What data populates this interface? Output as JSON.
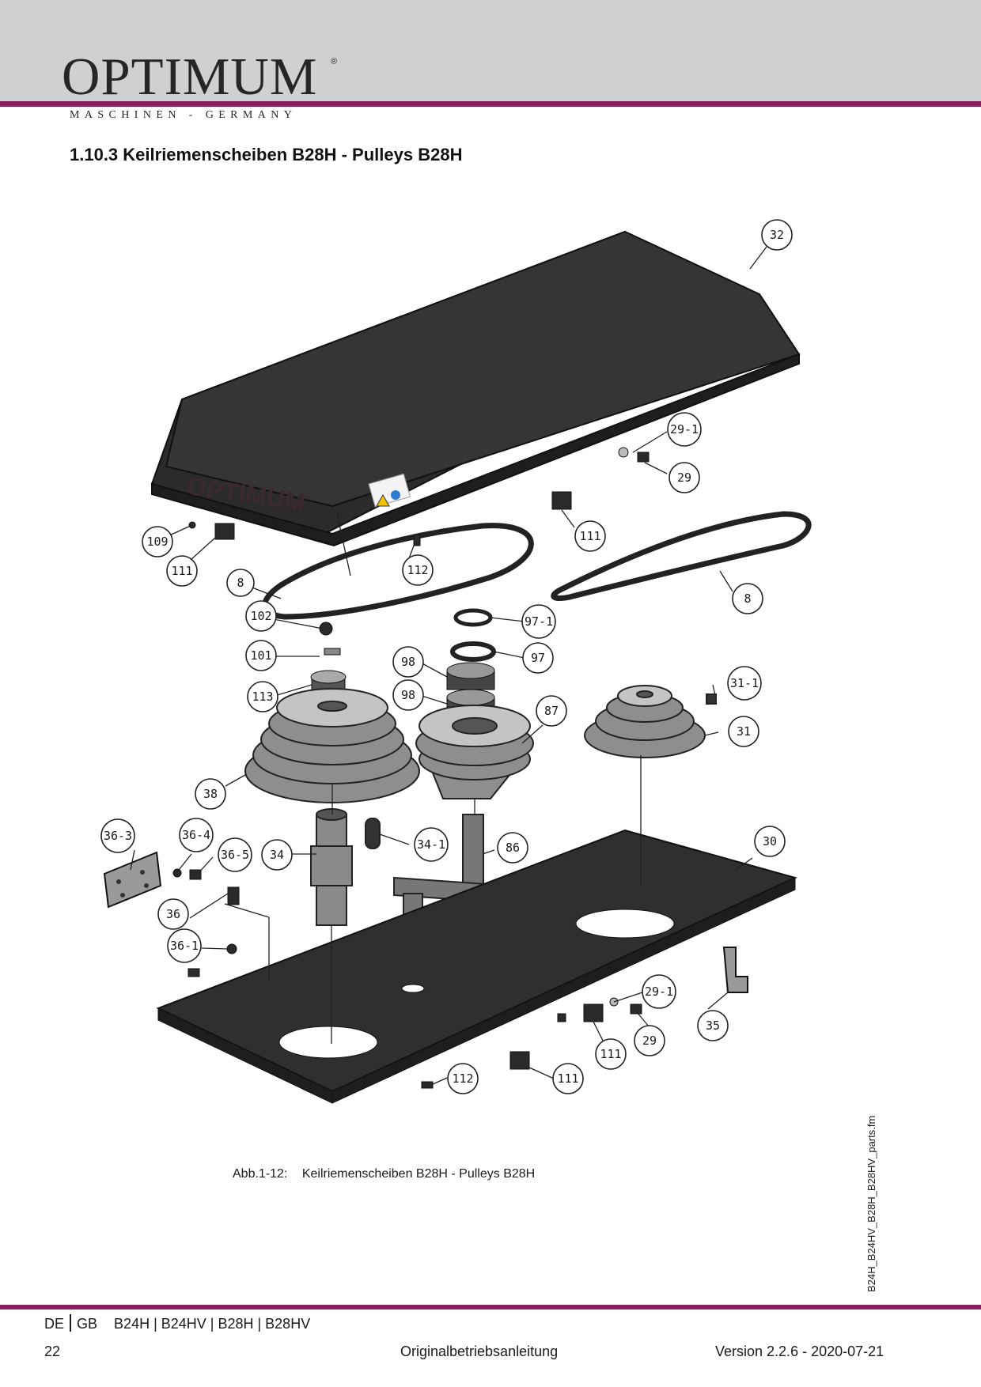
{
  "brand": {
    "name": "OPTIMUM",
    "registered_mark": "®",
    "tagline": "MASCHINEN - GERMANY",
    "accent_color": "#8a1e5c"
  },
  "section_title": "1.10.3 Keilriemenscheiben B28H - Pulleys B28H",
  "diagram": {
    "callouts": [
      "32",
      "29-1",
      "29",
      "111",
      "109",
      "111",
      "112",
      "8",
      "8",
      "102",
      "97-1",
      "101",
      "97",
      "98",
      "98",
      "113",
      "87",
      "31-1",
      "31",
      "38",
      "36-3",
      "36-4",
      "36-5",
      "34",
      "34-1",
      "86",
      "30",
      "36",
      "36-1",
      "29-1",
      "35",
      "29",
      "111",
      "111",
      "112"
    ],
    "embossed_logo": "OPTIMUM"
  },
  "caption": {
    "label": "Abb.1-12:",
    "text": "Keilriemenscheiben B28H - Pulleys B28H"
  },
  "side_file": "B24H_B24HV_B28H_B28HV_parts.fm",
  "footer": {
    "lang_de": "DE",
    "lang_gb": "GB",
    "models": "B24H | B24HV | B28H | B28HV",
    "page_number": "22",
    "document": "Originalbetriebsanleitung",
    "version": "Version 2.2.6 - 2020-07-21"
  }
}
